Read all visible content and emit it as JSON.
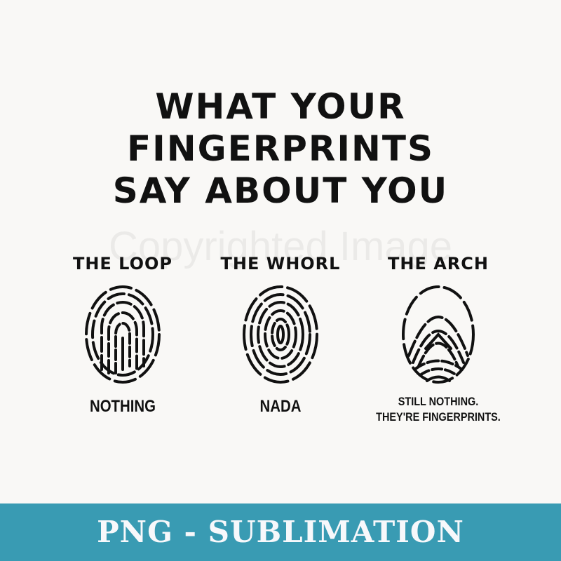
{
  "title": {
    "lines": [
      "WHAT YOUR",
      "FINGERPRINTS",
      "SAY ABOUT YOU"
    ]
  },
  "watermark": "Copyrighted Image",
  "types": [
    {
      "label": "THE LOOP",
      "caption": [
        "NOTHING"
      ],
      "icon": "loop-fingerprint-icon"
    },
    {
      "label": "THE WHORL",
      "caption": [
        "NADA"
      ],
      "icon": "whorl-fingerprint-icon"
    },
    {
      "label": "THE ARCH",
      "caption": [
        "STILL NOTHING.",
        "THEY'RE FINGERPRINTS."
      ],
      "icon": "arch-fingerprint-icon"
    }
  ],
  "banner": {
    "text": "PNG - SUBLIMATION"
  },
  "colors": {
    "background": "#f9f8f6",
    "banner": "#399bb3",
    "banner_text": "#f7f8fb",
    "ink": "#111111"
  }
}
